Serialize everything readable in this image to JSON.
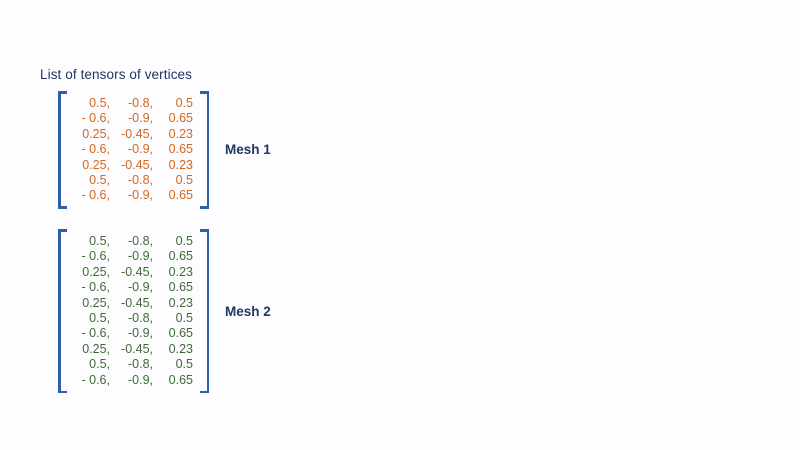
{
  "background_color": "#fdfcff",
  "title": "List of tensors of vertices",
  "title_color": "#1f3864",
  "bracket_color": "#2f5fab",
  "label_color": "#1f3864",
  "matrices": [
    {
      "label": "Mesh 1",
      "text_color": "#d2691e",
      "rows": [
        [
          "0.5,",
          "-0.8,",
          "0.5"
        ],
        [
          "- 0.6,",
          "-0.9,",
          "0.65"
        ],
        [
          "0.25,",
          "-0.45,",
          "0.23"
        ],
        [
          "- 0.6,",
          "-0.9,",
          "0.65"
        ],
        [
          "0.25,",
          "-0.45,",
          "0.23"
        ],
        [
          "0.5,",
          "-0.8,",
          "0.5"
        ],
        [
          "- 0.6,",
          "-0.9,",
          "0.65"
        ]
      ]
    },
    {
      "label": "Mesh 2",
      "text_color": "#3e6b35",
      "rows": [
        [
          "0.5,",
          "-0.8,",
          "0.5"
        ],
        [
          "- 0.6,",
          "-0.9,",
          "0.65"
        ],
        [
          "0.25,",
          "-0.45,",
          "0.23"
        ],
        [
          "- 0.6,",
          "-0.9,",
          "0.65"
        ],
        [
          "0.25,",
          "-0.45,",
          "0.23"
        ],
        [
          "0.5,",
          "-0.8,",
          "0.5"
        ],
        [
          "- 0.6,",
          "-0.9,",
          "0.65"
        ],
        [
          "0.25,",
          "-0.45,",
          "0.23"
        ],
        [
          "0.5,",
          "-0.8,",
          "0.5"
        ],
        [
          "- 0.6,",
          "-0.9,",
          "0.65"
        ]
      ]
    }
  ]
}
